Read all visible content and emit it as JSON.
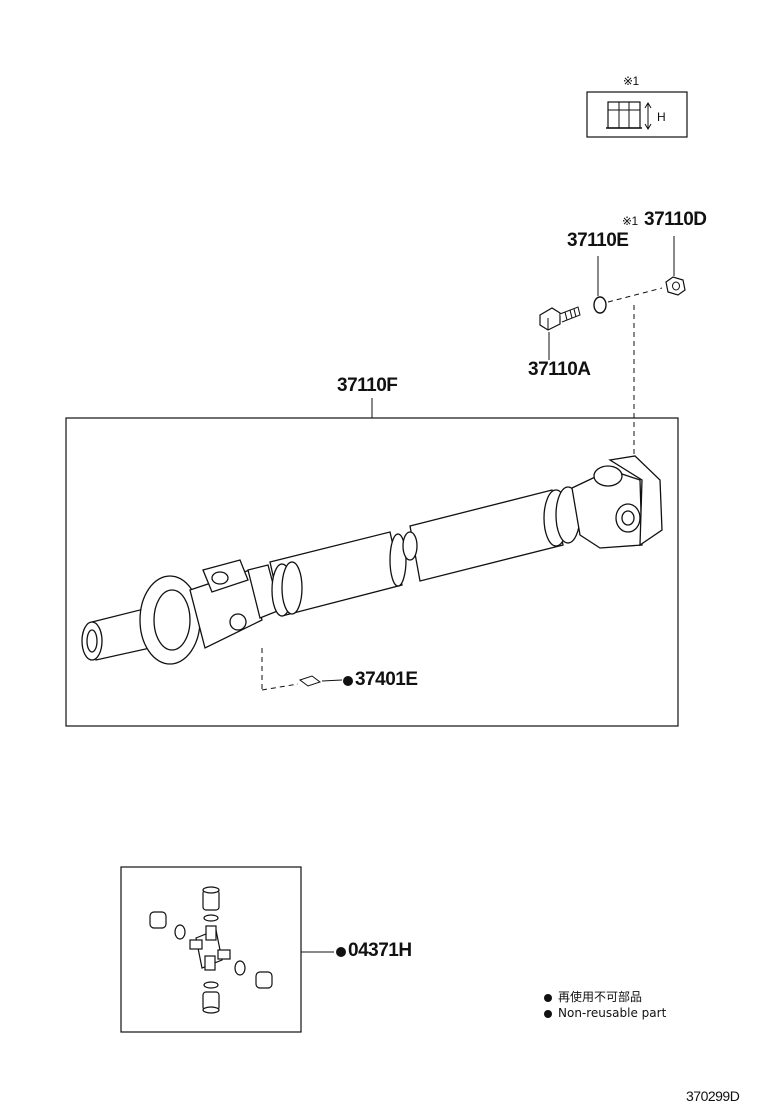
{
  "note_box": {
    "mark": "※1",
    "dimension_label": "H"
  },
  "parts": {
    "p37110D_mark": "※1",
    "p37110D": "37110D",
    "p37110E": "37110E",
    "p37110A": "37110A",
    "p37110F": "37110F",
    "p37401E": "37401E",
    "p04371H": "04371H"
  },
  "legend": {
    "jp": "再使用不可部品",
    "en": "Non-reusable part"
  },
  "figure_id": "370299D"
}
